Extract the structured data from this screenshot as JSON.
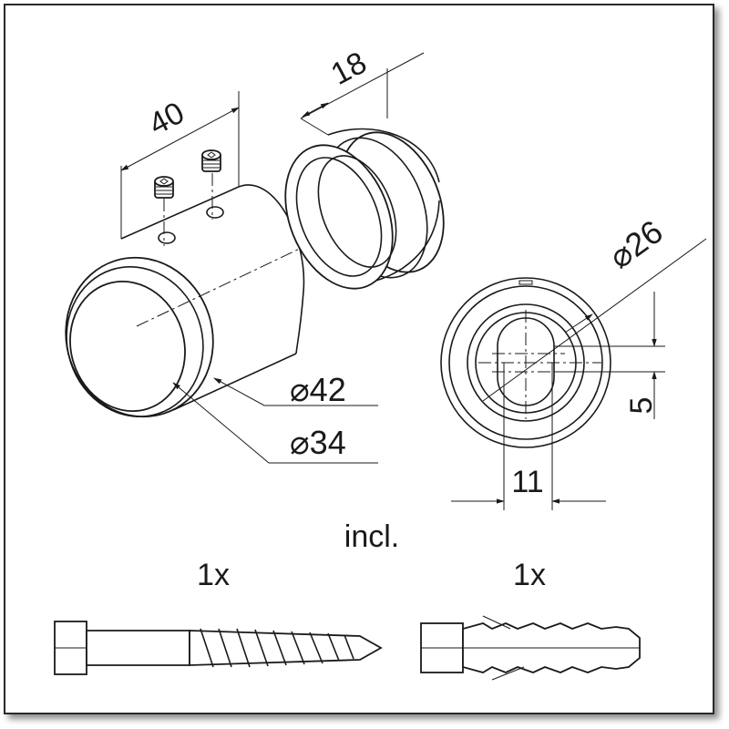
{
  "dimensions": {
    "length": "40",
    "collar_width": "18",
    "outer_diameter": "⌀42",
    "inner_diameter": "⌀34",
    "flange_diameter": "⌀26",
    "slot_height": "5",
    "slot_width": "11"
  },
  "included": {
    "heading": "incl.",
    "screw_qty": "1x",
    "dowel_qty": "1x"
  }
}
